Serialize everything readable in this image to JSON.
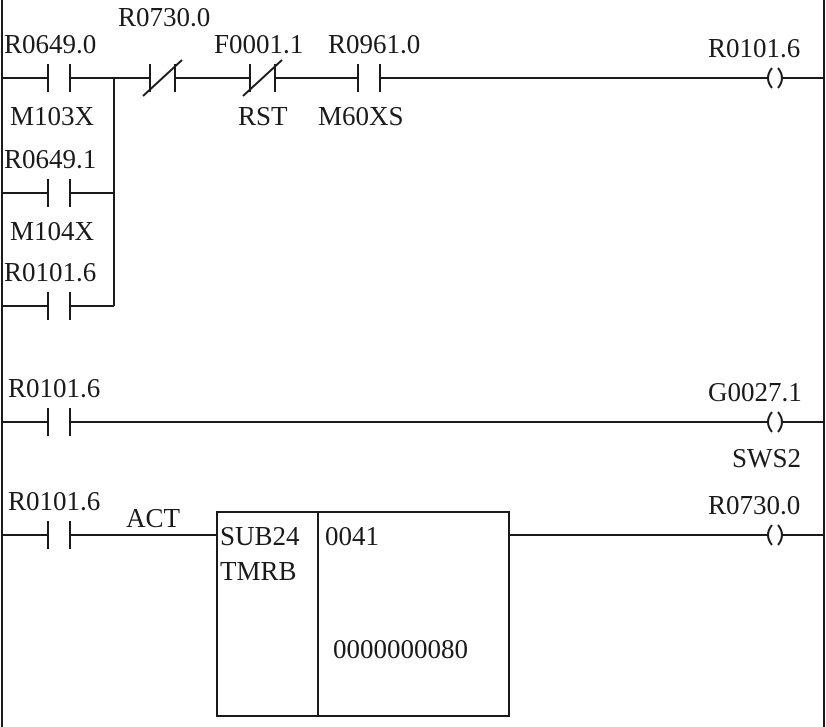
{
  "rung1": {
    "contact_a": "R0649.0",
    "contact_a_comment": "M103X",
    "contact_b": "R0730.0",
    "contact_c": "F0001.1",
    "contact_c_comment": "RST",
    "contact_d": "R0961.0",
    "contact_d_comment": "M60XS",
    "branch1": "R0649.1",
    "branch1_comment": "M104X",
    "branch2": "R0101.6",
    "coil": "R0101.6"
  },
  "rung2": {
    "contact": "R0101.6",
    "coil": "G0027.1",
    "coil_comment": "SWS2"
  },
  "rung3": {
    "contact": "R0101.6",
    "act_label": "ACT",
    "func_code": "SUB24",
    "func_name": "TMRB",
    "param1": "0041",
    "param2": "0000000080",
    "coil": "R0730.0"
  }
}
